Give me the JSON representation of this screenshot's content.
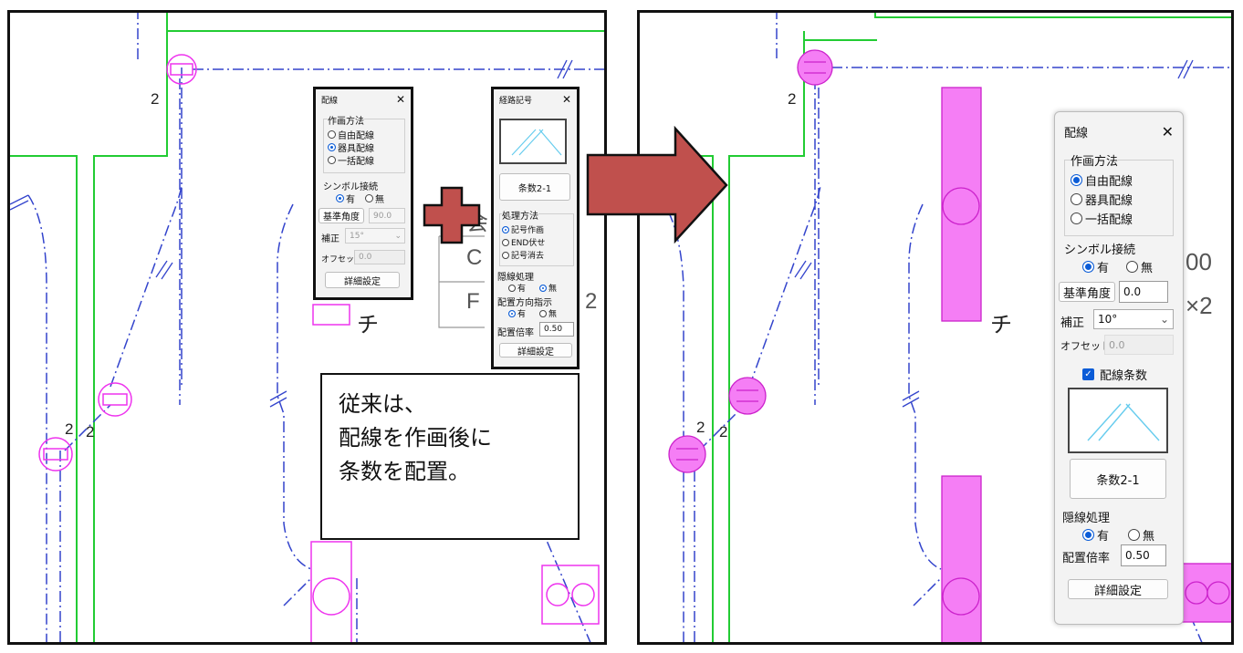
{
  "left_panel": {
    "wiring_dialog": {
      "title": "配線",
      "close": "✕",
      "method_group": "作画方法",
      "methods": [
        "自由配線",
        "器具配線",
        "一括配線"
      ],
      "method_selected": 1,
      "symbol_connect_label": "シンボル接続",
      "symbol_yes": "有",
      "symbol_no": "無",
      "base_angle_label": "基準角度",
      "base_angle_value": "90.0",
      "correction_label": "補正",
      "correction_value": "15°",
      "offset_label": "オフセット",
      "offset_value": "0.0",
      "detail_button": "詳細設定"
    },
    "route_dialog": {
      "title": "経路記号",
      "close": "✕",
      "count_button": "条数2-1",
      "process_group": "処理方法",
      "process_options": [
        "記号作画",
        "END伏せ",
        "記号消去"
      ],
      "process_selected": 0,
      "hidden_line_label": "隠線処理",
      "hidden_yes": "有",
      "hidden_no": "無",
      "placement_dir_label": "配置方向指示",
      "dir_yes": "有",
      "dir_no": "無",
      "scale_label": "配置倍率",
      "scale_value": "0.50",
      "detail_button": "詳細設定"
    },
    "note_lines": [
      "従来は、",
      "配線を作画後に",
      "条数を配置。"
    ],
    "drawing_labels": {
      "wire_count_1": "2",
      "wire_count_2": "2",
      "wire_count_3": "2",
      "text_char": "チ",
      "text_c": "C",
      "text_f": "F",
      "text_2": "2",
      "text_kai": "会"
    }
  },
  "right_panel": {
    "wiring_dialog": {
      "title": "配線",
      "close": "✕",
      "method_group": "作画方法",
      "methods": [
        "自由配線",
        "器具配線",
        "一括配線"
      ],
      "method_selected": 0,
      "symbol_connect_label": "シンボル接続",
      "symbol_yes": "有",
      "symbol_no": "無",
      "base_angle_label": "基準角度",
      "base_angle_value": "0.0",
      "correction_label": "補正",
      "correction_value": "10°",
      "offset_label": "オフセット",
      "offset_value": "0.0",
      "wire_count_checkbox": "配線条数",
      "count_button": "条数2-1",
      "hidden_line_label": "隠線処理",
      "hidden_yes": "有",
      "hidden_no": "無",
      "scale_label": "配置倍率",
      "scale_value": "0.50",
      "detail_button": "詳細設定"
    },
    "drawing_labels": {
      "wire_count_1": "2",
      "wire_count_2": "2",
      "wire_count_3": "2",
      "text_char": "チ",
      "text_00": "00",
      "text_x2": "×2"
    }
  },
  "colors": {
    "green_line": "#22cc33",
    "blue_dash": "#3344cc",
    "magenta": "#ee33ee",
    "magenta_fill": "#f57ef5",
    "arrow_fill": "#c0504d",
    "plus_fill": "#c0504d",
    "accent": "#0b5cd7"
  }
}
